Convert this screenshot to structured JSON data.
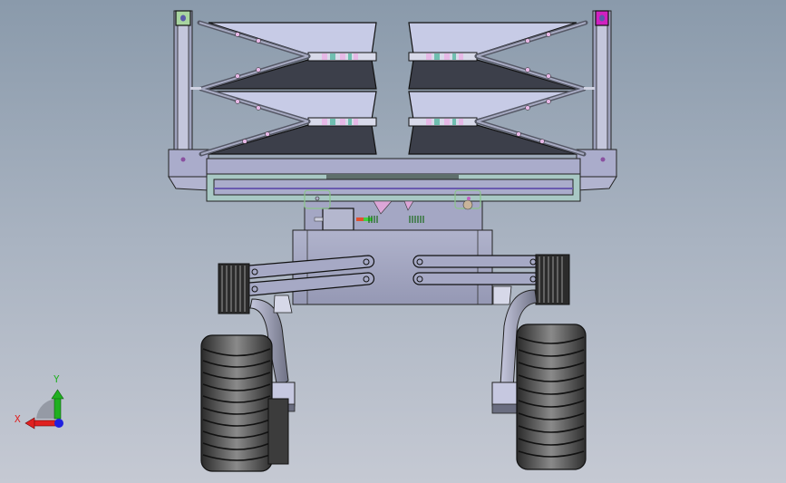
{
  "viewport": {
    "title": "3D model viewport",
    "background_top": "#8a9aab",
    "background_bottom": "#c5c9d3"
  },
  "model": {
    "name": "folding platform robot assembly",
    "view": "front",
    "parts": [
      "left-frame-post",
      "right-frame-post",
      "left-scissor-panels",
      "right-scissor-panels",
      "platform-base-frame",
      "drive-module",
      "chassis-body",
      "left-link-arms",
      "right-link-arms",
      "left-track-module",
      "right-track-module",
      "left-wheel",
      "right-wheel"
    ],
    "colors": {
      "panel_light": "#c7cbe6",
      "panel_dark": "#3c3f4a",
      "frame": "#a7a9c9",
      "base_frame": "#a8c8c4",
      "base_dark": "#5f6f6c",
      "tire": "#4a4a4a",
      "chassis": "#a4a7c4",
      "hinge_pink": "#e6b8e6",
      "hinge_teal": "#6fbfb0",
      "left_cap": "#a8d4a0",
      "right_cap": "#d020c0"
    }
  },
  "triad": {
    "x_label": "X",
    "y_label": "Y",
    "x_color": "#e02020",
    "y_color": "#20b020",
    "z_color": "#2020e0"
  }
}
